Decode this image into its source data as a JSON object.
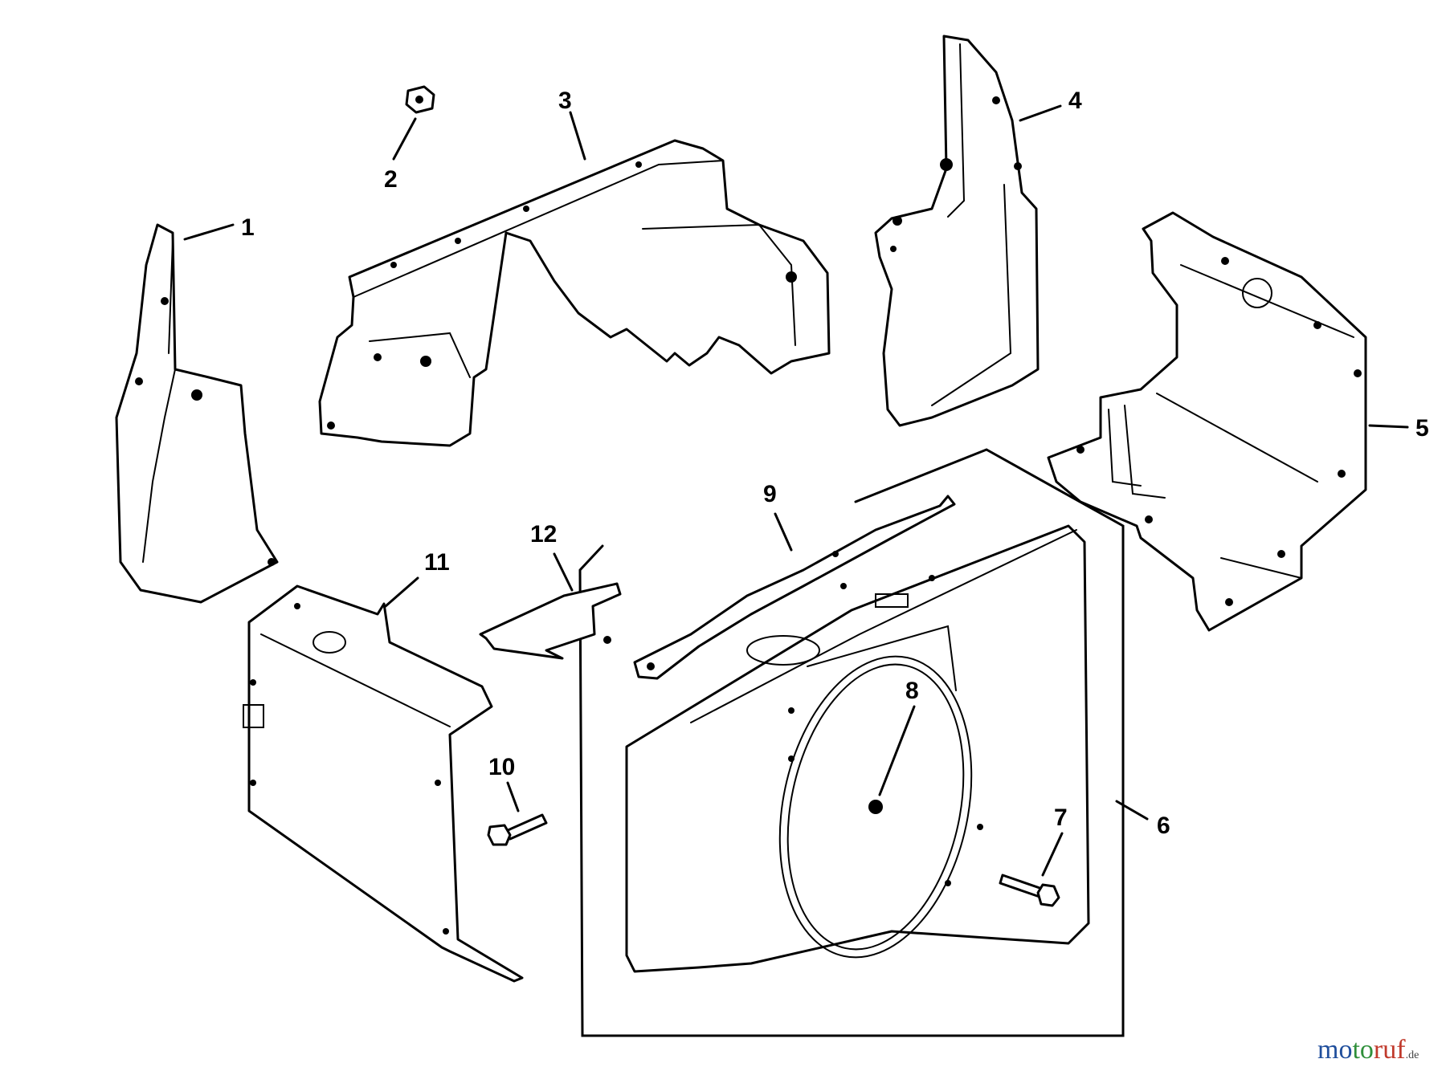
{
  "callouts": [
    {
      "id": "1",
      "label": "1"
    },
    {
      "id": "2",
      "label": "2"
    },
    {
      "id": "3",
      "label": "3"
    },
    {
      "id": "4",
      "label": "4"
    },
    {
      "id": "5",
      "label": "5"
    },
    {
      "id": "6",
      "label": "6"
    },
    {
      "id": "7",
      "label": "7"
    },
    {
      "id": "8",
      "label": "8"
    },
    {
      "id": "9",
      "label": "9"
    },
    {
      "id": "10",
      "label": "10"
    },
    {
      "id": "11",
      "label": "11"
    },
    {
      "id": "12",
      "label": "12"
    }
  ],
  "watermark": {
    "part1": "mo",
    "part2": "to",
    "part3": "ruf",
    "tld": ".de"
  },
  "colors": {
    "line": "#000000",
    "background": "#ffffff",
    "brand_blue": "#1f4e9c",
    "brand_green": "#2f8f3a",
    "brand_red": "#c0392b"
  }
}
